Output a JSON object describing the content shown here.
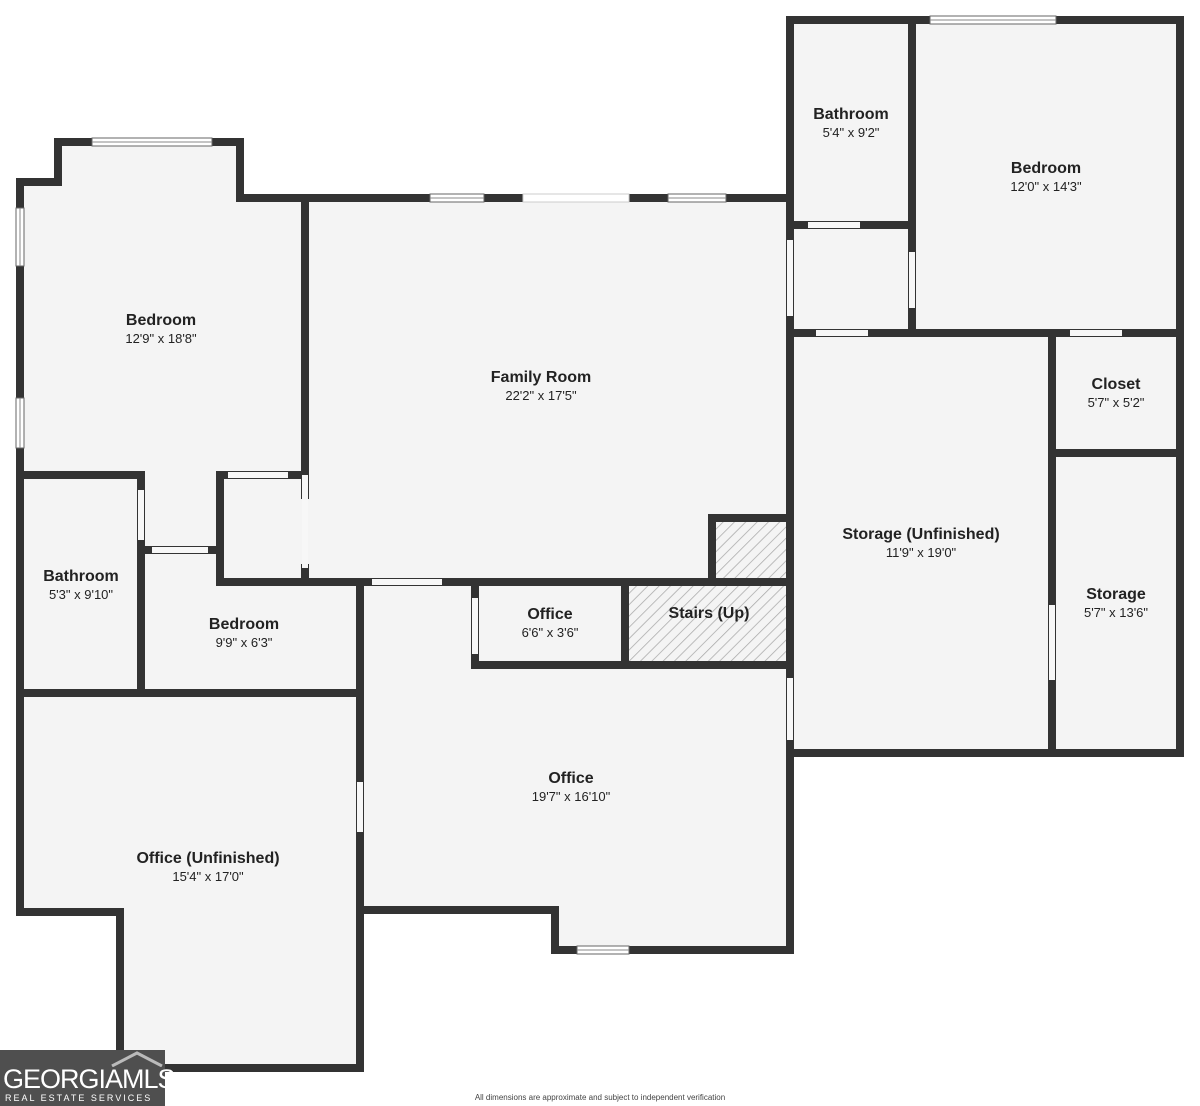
{
  "rooms": {
    "bedroom_left": {
      "name": "Bedroom",
      "dim": "12'9\" x 18'8\""
    },
    "family_room": {
      "name": "Family Room",
      "dim": "22'2\" x 17'5\""
    },
    "bathroom_top": {
      "name": "Bathroom",
      "dim": "5'4\" x 9'2\""
    },
    "bedroom_right": {
      "name": "Bedroom",
      "dim": "12'0\" x 14'3\""
    },
    "closet": {
      "name": "Closet",
      "dim": "5'7\" x 5'2\""
    },
    "storage_unfinished": {
      "name": "Storage (Unfinished)",
      "dim": "11'9\" x 19'0\""
    },
    "storage": {
      "name": "Storage",
      "dim": "5'7\" x 13'6\""
    },
    "bathroom_left": {
      "name": "Bathroom",
      "dim": "5'3\" x 9'10\""
    },
    "bedroom_small": {
      "name": "Bedroom",
      "dim": "9'9\" x 6'3\""
    },
    "office_small": {
      "name": "Office",
      "dim": "6'6\" x 3'6\""
    },
    "stairs": {
      "name": "Stairs (Up)"
    },
    "office_large": {
      "name": "Office",
      "dim": "19'7\" x 16'10\""
    },
    "office_unfinished": {
      "name": "Office (Unfinished)",
      "dim": "15'4\" x 17'0\""
    }
  },
  "logo": {
    "text": "GEORGIAMLS",
    "sub": "REAL ESTATE SERVICES"
  },
  "disclaimer": "All dimensions are approximate and subject to independent verification"
}
